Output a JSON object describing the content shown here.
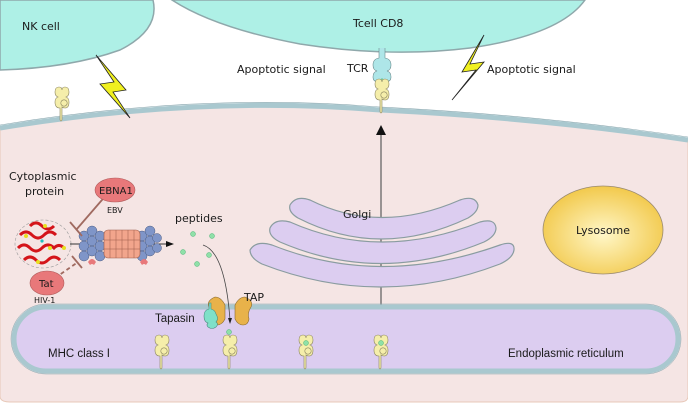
{
  "diagram": {
    "title": "MHC class I antigen presentation pathway",
    "labels": {
      "nk_cell": "NK cell",
      "tcell": "Tcell CD8",
      "apoptotic_left": "Apoptotic signal",
      "apoptotic_right": "Apoptotic signal",
      "tcr": "TCR",
      "cytoplasmic_protein_line1": "Cytoplasmic",
      "cytoplasmic_protein_line2": "protein",
      "ebna1": "EBNA1",
      "ebv": "EBV",
      "tat": "Tat",
      "hiv": "HIV-1",
      "peptides": "peptides",
      "golgi": "Golgi",
      "lysosome": "Lysosome",
      "tap": "TAP",
      "tapasin": "Tapasin",
      "mhc_class_i": "MHC class I",
      "er": "Endoplasmic reticulum"
    },
    "colors": {
      "immune_cell_fill": "#aef0e6",
      "membrane": "#a9c8cf",
      "cytoplasm": "#f5e5e4",
      "er_fill": "#dccdf0",
      "golgi_fill": "#dccdf0",
      "lysosome_center": "#fdf2b0",
      "lysosome_edge": "#f2c94c",
      "lightning": "#f0f020",
      "mhc": "#f5eeaa",
      "peptide": "#8fe0a8",
      "proteasome_core": "#f2a58c",
      "proteasome_cap": "#7f95c8",
      "viral_protein": "#e8787a",
      "tap": "#e8b24a",
      "tapasin": "#7fe0c8",
      "inhibitor_line": "#a06a60"
    }
  }
}
